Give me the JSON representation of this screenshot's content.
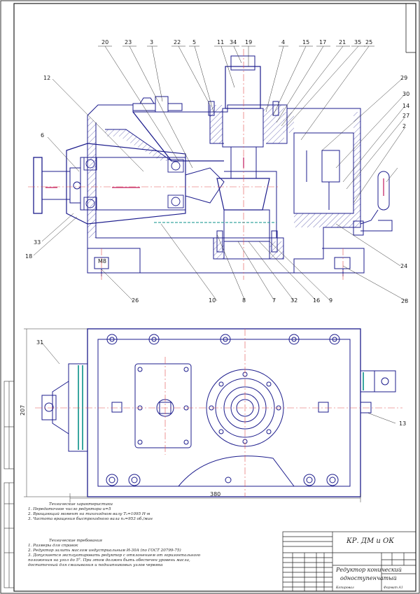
{
  "callouts_top": [
    {
      "id": "c20",
      "text": "20"
    },
    {
      "id": "c23",
      "text": "23"
    },
    {
      "id": "c3",
      "text": "3"
    },
    {
      "id": "c22",
      "text": "22"
    },
    {
      "id": "c5",
      "text": "5"
    },
    {
      "id": "c11",
      "text": "11"
    },
    {
      "id": "c34",
      "text": "34"
    },
    {
      "id": "c19",
      "text": "19"
    },
    {
      "id": "c4",
      "text": "4"
    },
    {
      "id": "c15",
      "text": "15"
    },
    {
      "id": "c17",
      "text": "17"
    },
    {
      "id": "c21",
      "text": "21"
    },
    {
      "id": "c35",
      "text": "35"
    },
    {
      "id": "c25",
      "text": "25"
    }
  ],
  "callouts_side": [
    {
      "id": "c12",
      "text": "12"
    },
    {
      "id": "c6",
      "text": "6"
    },
    {
      "id": "c33",
      "text": "33"
    },
    {
      "id": "c18",
      "text": "18"
    },
    {
      "id": "c29",
      "text": "29"
    },
    {
      "id": "c30",
      "text": "30"
    },
    {
      "id": "c14",
      "text": "14"
    },
    {
      "id": "c27",
      "text": "27"
    },
    {
      "id": "c2",
      "text": "2"
    },
    {
      "id": "c24",
      "text": "24"
    },
    {
      "id": "c28",
      "text": "28"
    }
  ],
  "callouts_bottom": [
    {
      "id": "c26",
      "text": "26"
    },
    {
      "id": "c10",
      "text": "10"
    },
    {
      "id": "c8",
      "text": "8"
    },
    {
      "id": "c7",
      "text": "7"
    },
    {
      "id": "c32",
      "text": "32"
    },
    {
      "id": "c16",
      "text": "16"
    },
    {
      "id": "c9",
      "text": "9"
    }
  ],
  "callouts_plan": [
    {
      "id": "c31",
      "text": "31"
    },
    {
      "id": "c13",
      "text": "13"
    }
  ],
  "dimensions": {
    "height": "207",
    "width": "380",
    "bolt": "М8"
  },
  "tech_specs": {
    "heading": "Технические характеристики",
    "lines": [
      "1. Передаточное число редуктора u=5",
      "2. Вращающий момент на тихоходном валу T₂=1095  Н·м",
      "3. Частота вращения быстроходного вала n₁=953 об./мин"
    ]
  },
  "tech_requirements": {
    "heading": "Технические требования",
    "lines": [
      "1. Размеры для справок",
      "2. Редуктор залить маслом индустриальным  И-30А (по ГОСТ 20799-75)",
      "3. Допускается эксплуатировать редуктор с отклонением от горизонтального",
      "положения на угол до 5°. При этом должен быть обеспечен уровень масла,",
      "достаточный для смазывания и подшипниковых узлов червяка"
    ]
  },
  "title_block": {
    "code": "КР. ДМ и ОК",
    "name_line1": "Редуктор конический",
    "name_line2": "одноступенчатый",
    "format_label": "Формат  А1",
    "copied_label": "Копировал"
  },
  "colors": {
    "line": "#1c1c8c",
    "ink": "#1a1a1a",
    "oil": "#3aa7a0",
    "shaft": "#c2185b",
    "axis": "#e05050"
  }
}
